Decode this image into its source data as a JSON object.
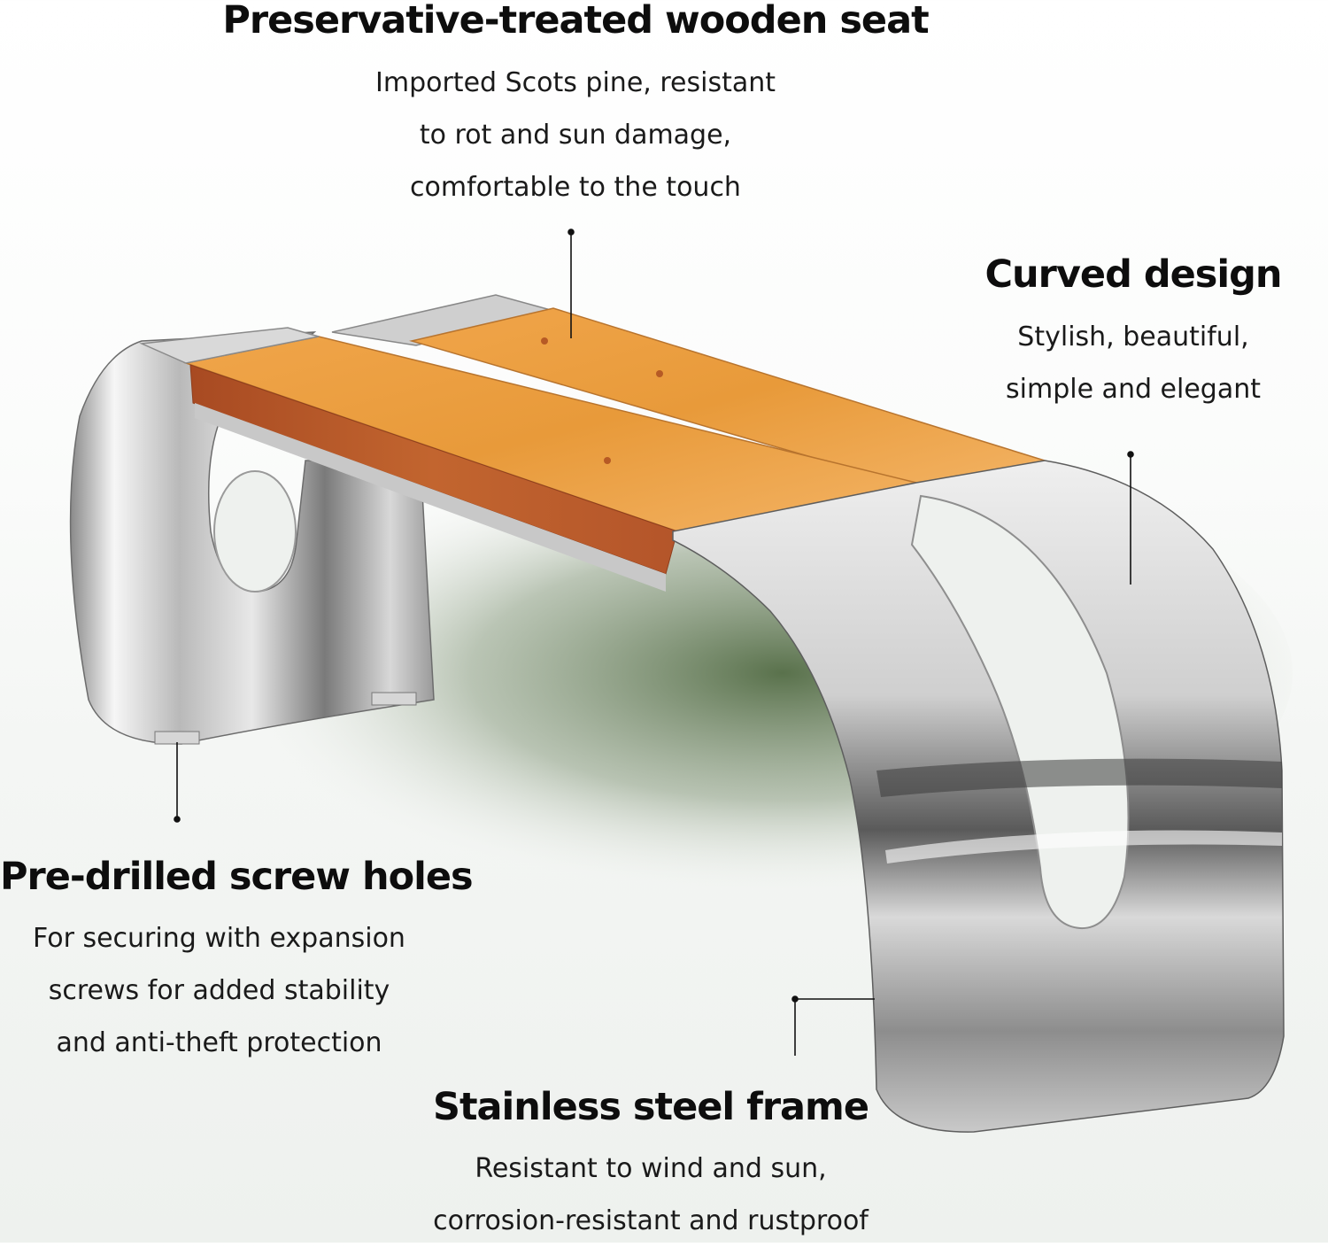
{
  "colors": {
    "wood": "#e89a3a",
    "wood_dark": "#b8572a",
    "steel_light": "#f2f2f2",
    "steel_dark": "#5e5e5e",
    "grass": "#3e5a2e",
    "text": "#111111"
  },
  "annotations": {
    "seat": {
      "title": "Preservative-treated wooden seat",
      "lines": [
        "Imported Scots pine, resistant",
        "to rot and sun damage,",
        "comfortable to the touch"
      ]
    },
    "curved": {
      "title": "Curved design",
      "lines": [
        "Stylish, beautiful,",
        "simple and elegant"
      ]
    },
    "screw": {
      "title": "Pre-drilled screw holes",
      "lines": [
        "For securing with expansion",
        "screws for added stability",
        "and anti-theft protection"
      ]
    },
    "frame": {
      "title": "Stainless steel frame",
      "lines": [
        "Resistant to wind and sun,",
        "corrosion-resistant and rustproof"
      ]
    }
  }
}
